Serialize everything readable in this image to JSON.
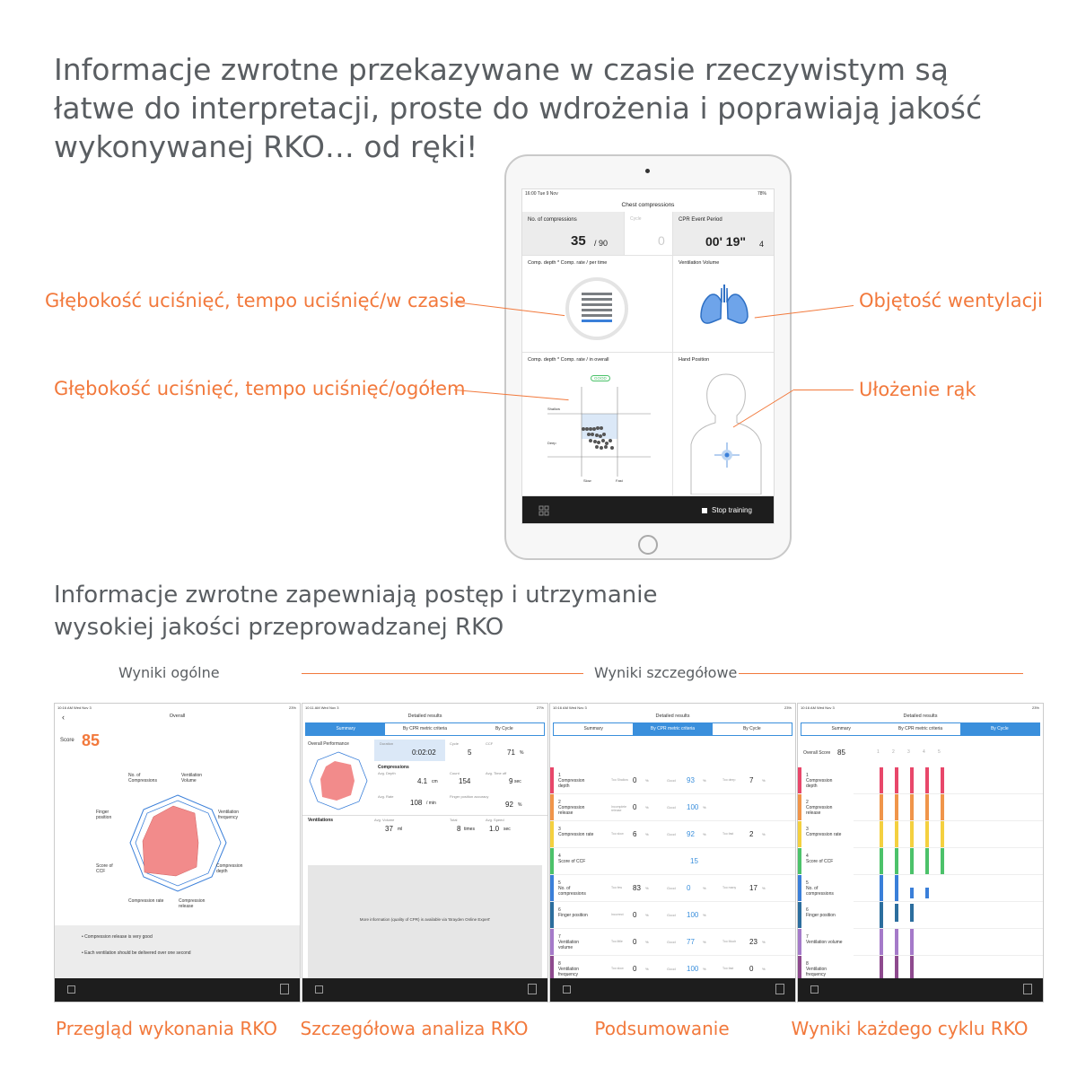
{
  "headline1": [
    "Informacje zwrotne przekazywane w czasie rzeczywistym są",
    "łatwe do interpretacji, proste do wdrożenia i poprawiają jakość",
    "wykonywanej RKO… od ręki!"
  ],
  "headline2": [
    "Informacje zwrotne zapewniają postęp i utrzymanie",
    "wysokiej jakości przeprowadzanej RKO"
  ],
  "callouts": {
    "depth_rate_time": "Głębokość uciśnięć, tempo uciśnięć/w czasie",
    "depth_rate_overall": "Głębokość uciśnięć, tempo uciśnięć/ogółem",
    "ventilation_volume": "Objętość wentylacji",
    "hand_position": "Ułożenie rąk"
  },
  "tablet": {
    "status_time": "16:00 Tue 9 Nov",
    "battery": "78%",
    "title": "Chest compressions",
    "no_compressions_label": "No. of compressions",
    "no_compressions_value": "35",
    "no_compressions_total": "/ 90",
    "cycle_label": "Cycle",
    "cycle_value": "0",
    "event_period_label": "CPR Event Period",
    "event_period_value": "00' 19\"",
    "event_period_cycle": "4",
    "panel_depth_time": "Comp. depth * Comp. rate / per time",
    "panel_ventilation": "Ventilation Volume",
    "panel_depth_overall": "Comp. depth * Comp. rate / in overall",
    "panel_hand": "Hand Position",
    "good": "GOOD",
    "shallow": "Shallow",
    "deep": "Deep",
    "slow": "Slow",
    "fast": "Fast",
    "stop": "Stop training"
  },
  "sections": {
    "overall": "Wyniki ogólne",
    "detailed": "Wyniki szczegółowe"
  },
  "screen1": {
    "status": "10:16 AM  Wed Nov 3",
    "battery": "23%",
    "title": "Overall",
    "score_label": "Score",
    "score": "85",
    "radar_labels": [
      "No. of Compressions",
      "Ventilation Volume",
      "Ventilation frequency",
      "Compression depth",
      "Compression release",
      "Compression rate",
      "Score of CCF",
      "Finger position"
    ],
    "notes": [
      "• Compression release is very good",
      "• Each ventilation should be delivered over one second"
    ]
  },
  "screen2": {
    "status": "10:11 AM  Wed Nov 3",
    "battery": "27%",
    "title": "Detailed results",
    "tabs": [
      "Summary",
      "By CPR metric criteria",
      "By Cycle"
    ],
    "overall_perf": "Overall Performance",
    "duration_label": "Duration",
    "duration": "0:02:02",
    "cycle_label": "Cycle",
    "cycle": "5",
    "ccf_label": "CCF",
    "ccf": "71",
    "compressions": "Compressions",
    "avg_depth_label": "Avg. Depth",
    "avg_depth": "4.1",
    "avg_depth_unit": "cm",
    "count_label": "Count",
    "count": "154",
    "avg_timeoff_label": "Avg. Time off",
    "avg_timeoff": "9",
    "avg_timeoff_unit": "sec",
    "avg_rate_label": "Avg. Rate",
    "avg_rate": "108",
    "avg_rate_unit": "/ min",
    "finger_label": "Finger position accuracy",
    "finger": "92",
    "ventilations": "Ventilations",
    "avg_volume_label": "Avg. Volume",
    "avg_volume": "37",
    "avg_volume_unit": "ml",
    "total_label": "Total",
    "total": "8",
    "total_unit": "times",
    "avg_speed_label": "Avg. Speed",
    "avg_speed": "1.0",
    "avg_speed_unit": "sec",
    "more_info": "More information (quality of CPR) is available via 'Brayden Online Expert'"
  },
  "screen3": {
    "status": "10:16 AM  Wed Nov 3",
    "battery": "23%",
    "title": "Detailed results",
    "tabs": [
      "Summary",
      "By CPR metric criteria",
      "By Cycle"
    ],
    "rows": [
      {
        "n": "1",
        "name": "Compression depth",
        "l1": "Too Shallow",
        "v1": "0",
        "l2": "Good",
        "v2": "93",
        "l3": "Too deep",
        "v3": "7",
        "color": "#e8476a"
      },
      {
        "n": "2",
        "name": "Compression release",
        "l1": "Incomplete release",
        "v1": "0",
        "l2": "Good",
        "v2": "100",
        "l3": "",
        "v3": "",
        "color": "#f0954a"
      },
      {
        "n": "3",
        "name": "Compression rate",
        "l1": "Too slow",
        "v1": "6",
        "l2": "Good",
        "v2": "92",
        "l3": "Too fast",
        "v3": "2",
        "color": "#f4d03f"
      },
      {
        "n": "4",
        "name": "Score of CCF",
        "l1": "",
        "v1": "",
        "l2": "",
        "v2": "15",
        "l3": "",
        "v3": "",
        "color": "#4cc26a"
      },
      {
        "n": "5",
        "name": "No. of compressions",
        "l1": "Too few",
        "v1": "83",
        "l2": "Good",
        "v2": "0",
        "l3": "Too many",
        "v3": "17",
        "color": "#3a7fd9"
      },
      {
        "n": "6",
        "name": "Finger position",
        "l1": "Incorrect",
        "v1": "0",
        "l2": "Good",
        "v2": "100",
        "l3": "",
        "v3": "",
        "color": "#2c6e9e"
      },
      {
        "n": "7",
        "name": "Ventilation volume",
        "l1": "Too little",
        "v1": "0",
        "l2": "Good",
        "v2": "77",
        "l3": "Too Much",
        "v3": "23",
        "color": "#a57ac9"
      },
      {
        "n": "8",
        "name": "Ventilation frequency",
        "l1": "Too slow",
        "v1": "0",
        "l2": "Good",
        "v2": "100",
        "l3": "Too fast",
        "v3": "0",
        "color": "#8e4a8e"
      }
    ]
  },
  "screen4": {
    "status": "10:16 AM  Wed Nov 3",
    "battery": "23%",
    "title": "Detailed results",
    "tabs": [
      "Summary",
      "By CPR metric criteria",
      "By Cycle"
    ],
    "overall_label": "Overall Score",
    "overall": "85",
    "cycles": [
      "1",
      "2",
      "3",
      "4",
      "5"
    ],
    "rows": [
      {
        "n": "1",
        "name": "Compression depth"
      },
      {
        "n": "2",
        "name": "Compression release"
      },
      {
        "n": "3",
        "name": "Compression rate"
      },
      {
        "n": "4",
        "name": "Score of CCF"
      },
      {
        "n": "5",
        "name": "No. of compressions"
      },
      {
        "n": "6",
        "name": "Finger position"
      },
      {
        "n": "7",
        "name": "Ventilation volume"
      },
      {
        "n": "8",
        "name": "Ventilation frequency"
      }
    ]
  },
  "captions": [
    "Przegląd wykonania RKO",
    "Szczegółowa analiza RKO",
    "Podsumowanie",
    "Wyniki każdego cyklu RKO"
  ]
}
